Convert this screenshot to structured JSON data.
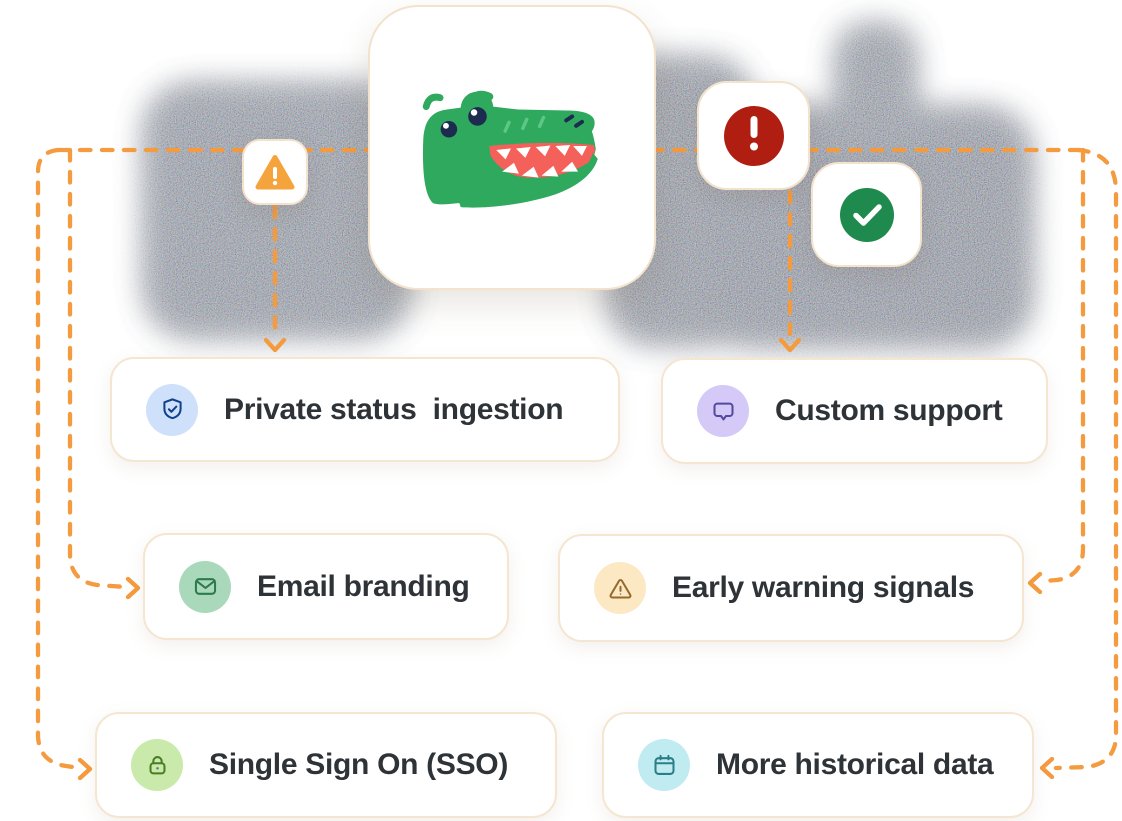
{
  "illustration": {
    "mascot": {
      "name": "crocodile-mascot",
      "body_color": "#2EA95E",
      "mouth_color": "#F4605A",
      "eye_color": "#1D2B4F"
    },
    "status_icons": [
      {
        "name": "warning-triangle",
        "color": "#F5A43D"
      },
      {
        "name": "error-exclamation",
        "color": "#AF1E10"
      },
      {
        "name": "success-check",
        "color": "#1F8A4D"
      }
    ],
    "connector_color": "#F59B3F",
    "card_border_color": "#F5E6D2",
    "text_color": "#2E3338",
    "features": [
      {
        "id": "private-status-ingestion",
        "label": "Private status  ingestion",
        "icon": "shield-check-icon",
        "icon_bg": "#CFE0FB",
        "icon_color": "#10418C"
      },
      {
        "id": "custom-support",
        "label": "Custom support",
        "icon": "chat-bubble-icon",
        "icon_bg": "#D4C9F7",
        "icon_color": "#54499E"
      },
      {
        "id": "email-branding",
        "label": "Email branding",
        "icon": "envelope-icon",
        "icon_bg": "#A9D9BA",
        "icon_color": "#2C7A4B"
      },
      {
        "id": "early-warning-signals",
        "label": "Early warning signals",
        "icon": "warning-outline-icon",
        "icon_bg": "#FCE9C4",
        "icon_color": "#96692D"
      },
      {
        "id": "single-sign-on",
        "label": "Single Sign On (SSO)",
        "icon": "lock-icon",
        "icon_bg": "#C9EAAA",
        "icon_color": "#4A7C23"
      },
      {
        "id": "more-historical-data",
        "label": "More historical data",
        "icon": "calendar-icon",
        "icon_bg": "#C0ECF1",
        "icon_color": "#2A7F87"
      }
    ]
  }
}
